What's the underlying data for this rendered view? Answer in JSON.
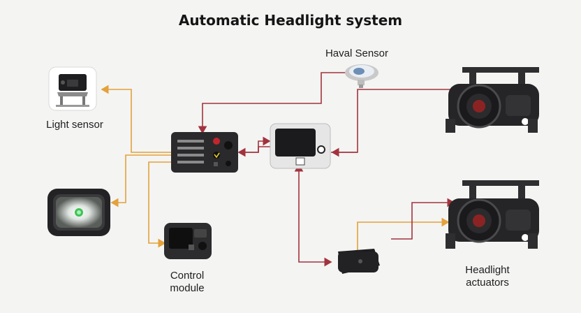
{
  "diagram": {
    "title": "Automatic Headlight system",
    "labels": {
      "haval_sensor": "Haval Sensor",
      "light_sensor": "Light sensor",
      "control_module_line1": "Control",
      "control_module_line2": "module",
      "headlight_actuators_line1": "Headlight",
      "headlight_actuators_line2": "actuators"
    },
    "colors": {
      "orange_link": "#e3a23a",
      "red_link": "#a2333d",
      "device_dark": "#1f1f22",
      "background": "#f4f4f3"
    }
  }
}
